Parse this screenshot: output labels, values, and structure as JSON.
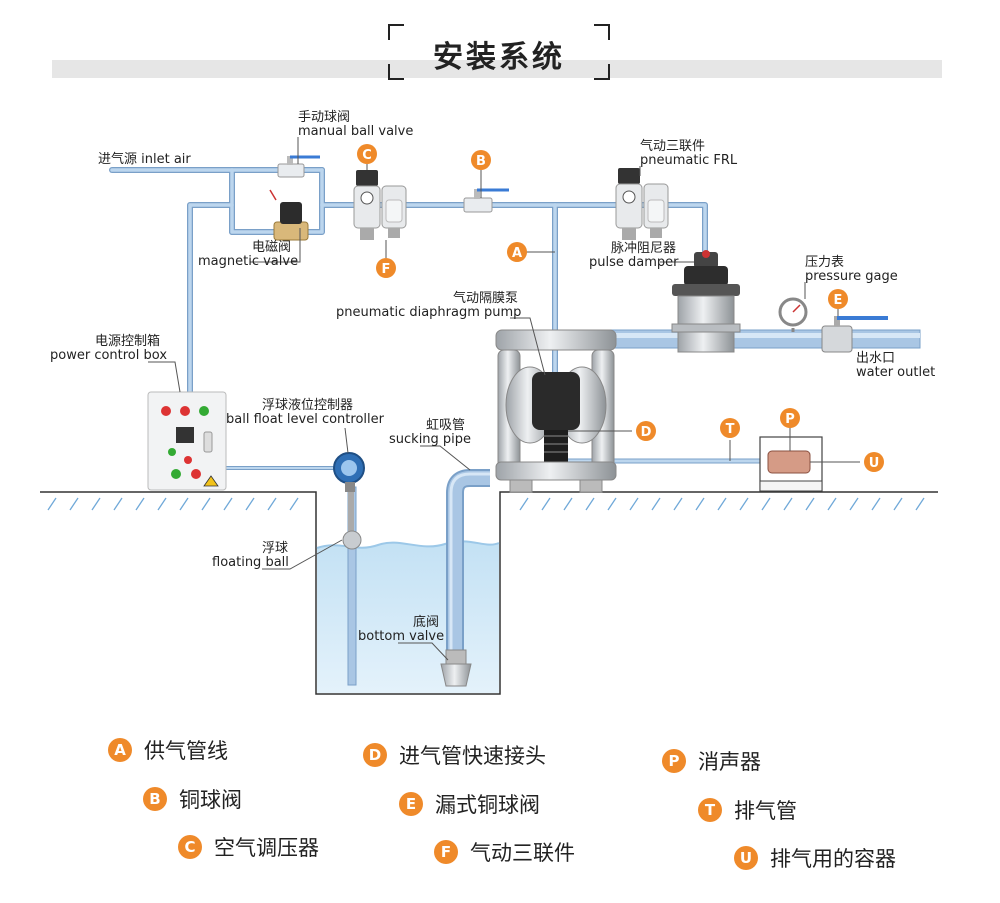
{
  "header": {
    "title": "安装系统"
  },
  "labels": {
    "manual_ball_valve_cn": "手动球阀",
    "manual_ball_valve_en": "manual ball valve",
    "inlet_air": "进气源 inlet air",
    "magnetic_valve_cn": "电磁阀",
    "magnetic_valve_en": "magnetic valve",
    "frl_cn": "气动三联件",
    "frl_en": "pneumatic FRL",
    "pulse_damper_cn": "脉冲阻尼器",
    "pulse_damper_en": "pulse damper",
    "pressure_gage_cn": "压力表",
    "pressure_gage_en": "pressure gage",
    "pump_cn": "气动隔膜泵",
    "pump_en": "pneumatic diaphragm pump",
    "power_box_cn": "电源控制箱",
    "power_box_en": "power control box",
    "water_outlet_cn": "出水口",
    "water_outlet_en": "water outlet",
    "level_ctrl_cn": "浮球液位控制器",
    "level_ctrl_en": "ball float level controller",
    "sucking_pipe_cn": "虹吸管",
    "sucking_pipe_en": "sucking pipe",
    "floating_ball_cn": "浮球",
    "floating_ball_en": "floating ball",
    "bottom_valve_cn": "底阀",
    "bottom_valve_en": "bottom valve"
  },
  "markers": {
    "A": "A",
    "B": "B",
    "C": "C",
    "D": "D",
    "E": "E",
    "F": "F",
    "P": "P",
    "T": "T",
    "U": "U"
  },
  "legend": [
    {
      "letter": "A",
      "text": "供气管线"
    },
    {
      "letter": "B",
      "text": "铜球阀"
    },
    {
      "letter": "C",
      "text": "空气调压器"
    },
    {
      "letter": "D",
      "text": "进气管快速接头"
    },
    {
      "letter": "E",
      "text": "漏式铜球阀"
    },
    {
      "letter": "F",
      "text": "气动三联件"
    },
    {
      "letter": "P",
      "text": "消声器"
    },
    {
      "letter": "T",
      "text": "排气管"
    },
    {
      "letter": "U",
      "text": "排气用的容器"
    }
  ],
  "colors": {
    "pipe": "#a9c6e4",
    "pipe_edge": "#7aa0c8",
    "marker": "#ef8a2a",
    "water": "#d8ecf8",
    "water_top": "#bcdcf2",
    "ground": "#333333",
    "hatch": "#6fa8d8",
    "steel": "#c9ccd0"
  }
}
